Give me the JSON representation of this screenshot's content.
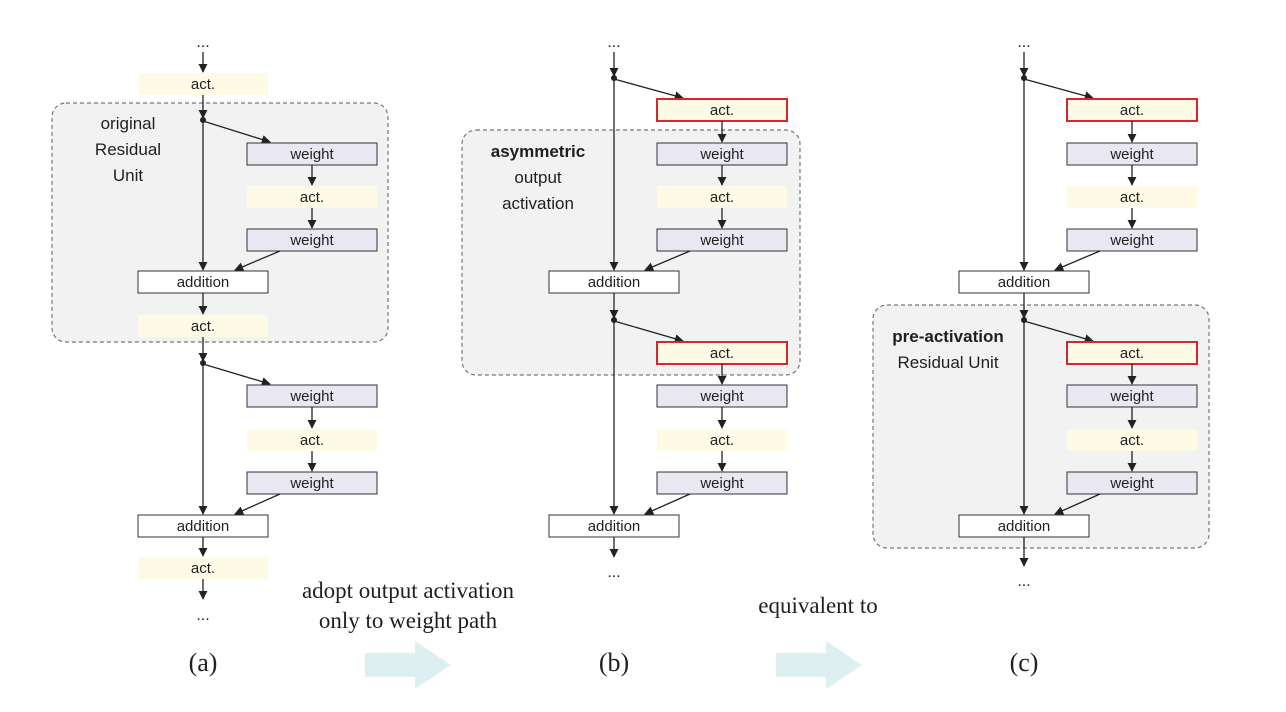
{
  "labels": {
    "act": "act.",
    "weight": "weight",
    "addition": "addition",
    "ellipsis": "..."
  },
  "regions": {
    "a": {
      "line1": "original",
      "line2": "Residual",
      "line3": "Unit"
    },
    "b": {
      "line1": "asymmetric",
      "line2": "output",
      "line3": "activation"
    },
    "c": {
      "line1": "pre-activation",
      "line2": "Residual Unit"
    }
  },
  "transitions": {
    "ab": {
      "line1": "adopt output activation",
      "line2": "only to weight path"
    },
    "bc": {
      "line1": "equivalent to"
    }
  },
  "captions": {
    "a": "(a)",
    "b": "(b)",
    "c": "(c)"
  },
  "colors": {
    "act_fill": "#fdfae6",
    "weight_fill": "#e9e8f2",
    "highlight_border": "#d9262c",
    "region_fill": "#f2f2f2",
    "arrow_fill": "#deeff2"
  }
}
